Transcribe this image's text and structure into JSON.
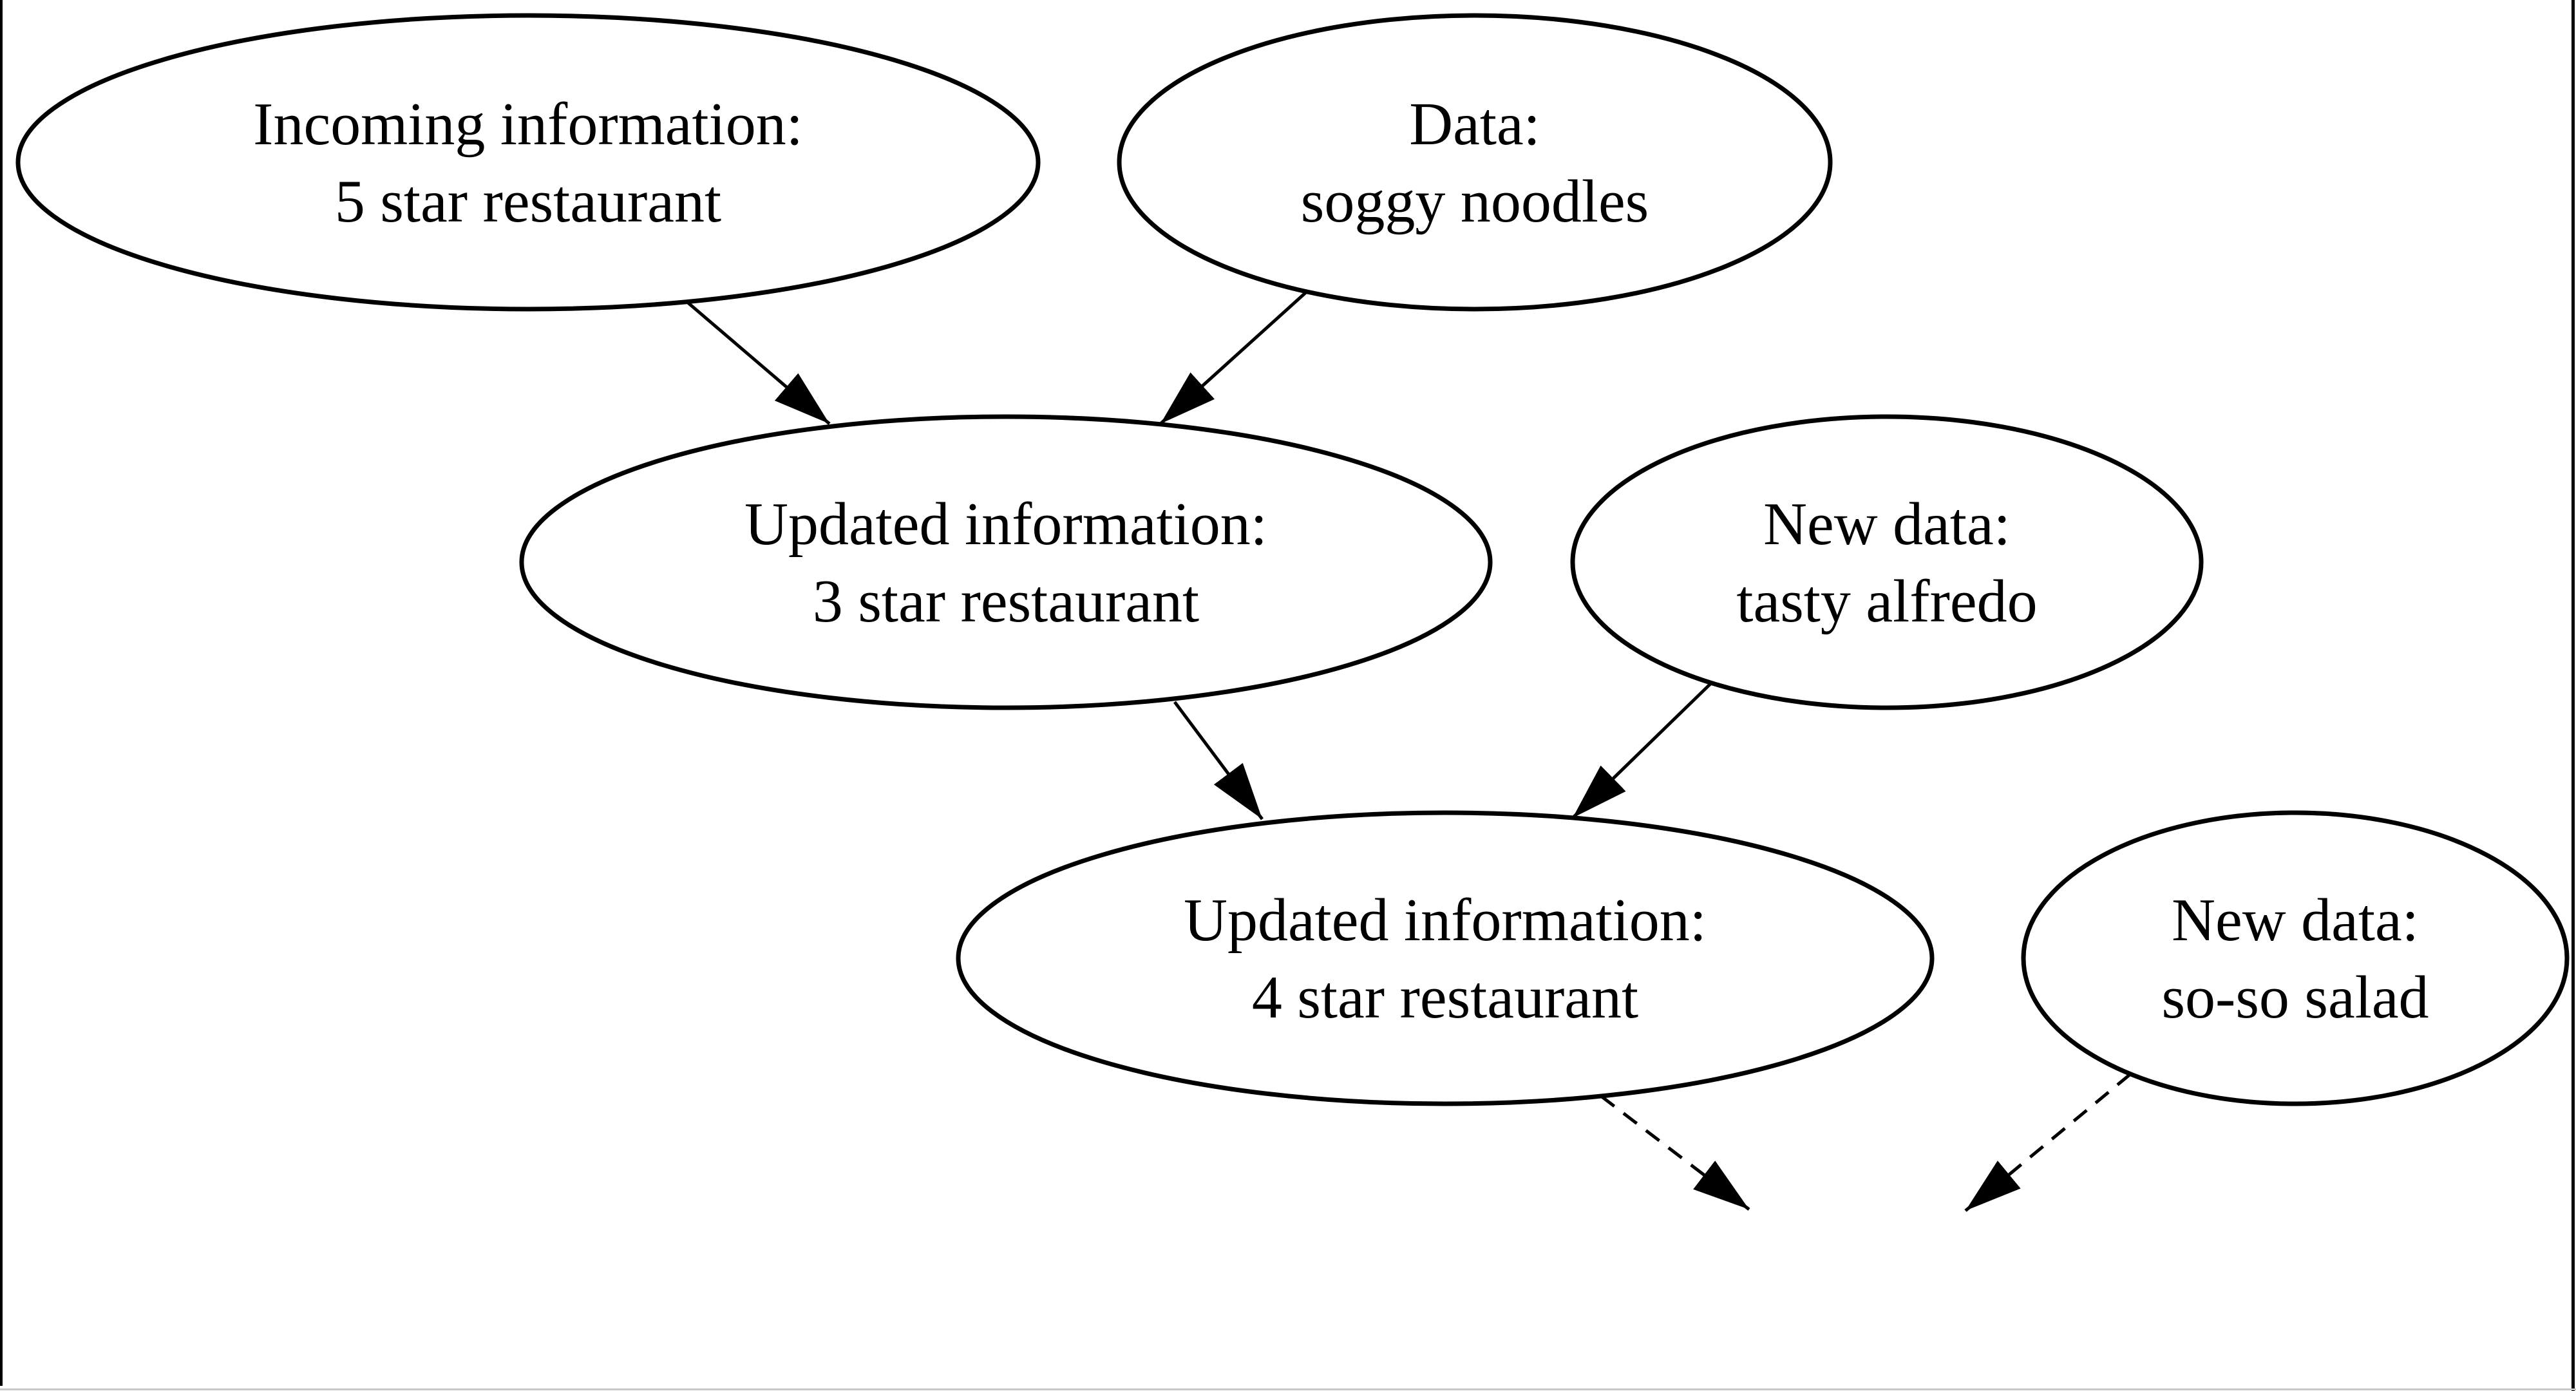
{
  "diagram": {
    "background_color": "#ffffff",
    "stroke_color": "#000000",
    "text_color": "#000000",
    "bottom_border_color": "#c8c8c8",
    "nodes": [
      {
        "id": "incoming-information",
        "shape": "ellipse",
        "line1": "Incoming information:",
        "line2": "5 star restaurant"
      },
      {
        "id": "data-soggy-noodles",
        "shape": "ellipse",
        "line1": "Data:",
        "line2": "soggy noodles"
      },
      {
        "id": "updated-information-3-star",
        "shape": "ellipse",
        "line1": "Updated information:",
        "line2": "3 star restaurant"
      },
      {
        "id": "new-data-tasty-alfredo",
        "shape": "ellipse",
        "line1": "New data:",
        "line2": "tasty alfredo"
      },
      {
        "id": "updated-information-4-star",
        "shape": "ellipse",
        "line1": "Updated information:",
        "line2": "4 star restaurant"
      },
      {
        "id": "new-data-so-so-salad",
        "shape": "ellipse",
        "line1": "New data:",
        "line2": "so-so salad"
      }
    ],
    "edges": [
      {
        "from": "incoming-information",
        "to": "updated-information-3-star",
        "style": "solid",
        "arrowhead": "filled-triangle"
      },
      {
        "from": "data-soggy-noodles",
        "to": "updated-information-3-star",
        "style": "solid",
        "arrowhead": "filled-triangle"
      },
      {
        "from": "updated-information-3-star",
        "to": "updated-information-4-star",
        "style": "solid",
        "arrowhead": "filled-triangle"
      },
      {
        "from": "new-data-tasty-alfredo",
        "to": "updated-information-4-star",
        "style": "solid",
        "arrowhead": "filled-triangle"
      },
      {
        "from": "updated-information-4-star",
        "to": "unshown-future-node",
        "style": "dashed",
        "arrowhead": "filled-triangle"
      },
      {
        "from": "new-data-so-so-salad",
        "to": "unshown-future-node",
        "style": "dashed",
        "arrowhead": "filled-triangle"
      }
    ]
  }
}
